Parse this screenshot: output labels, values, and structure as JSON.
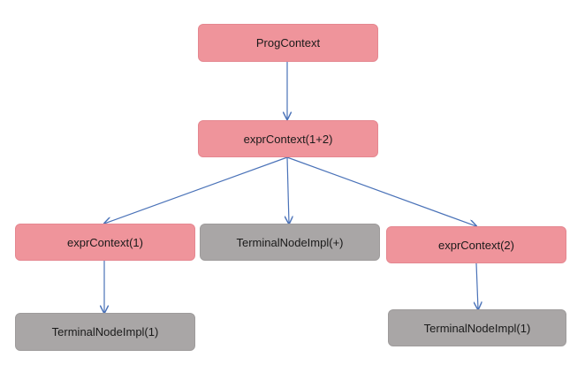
{
  "diagram": {
    "nodes": {
      "prog": {
        "label": "ProgContext",
        "kind": "context"
      },
      "expr_root": {
        "label": "exprContext(1+2)",
        "kind": "context"
      },
      "expr_left": {
        "label": "exprContext(1)",
        "kind": "context"
      },
      "term_plus": {
        "label": "TerminalNodeImpl(+)",
        "kind": "terminal"
      },
      "expr_right": {
        "label": "exprContext(2)",
        "kind": "context"
      },
      "term_left": {
        "label": "TerminalNodeImpl(1)",
        "kind": "terminal"
      },
      "term_right": {
        "label": "TerminalNodeImpl(1)",
        "kind": "terminal"
      }
    },
    "edges": [
      {
        "from": "prog",
        "to": "expr_root"
      },
      {
        "from": "expr_root",
        "to": "expr_left"
      },
      {
        "from": "expr_root",
        "to": "term_plus"
      },
      {
        "from": "expr_root",
        "to": "expr_right"
      },
      {
        "from": "expr_left",
        "to": "term_left"
      },
      {
        "from": "expr_right",
        "to": "term_right"
      }
    ],
    "colors": {
      "context_fill": "#ef949b",
      "terminal_fill": "#a9a6a6",
      "edge": "#4a72b8"
    }
  }
}
